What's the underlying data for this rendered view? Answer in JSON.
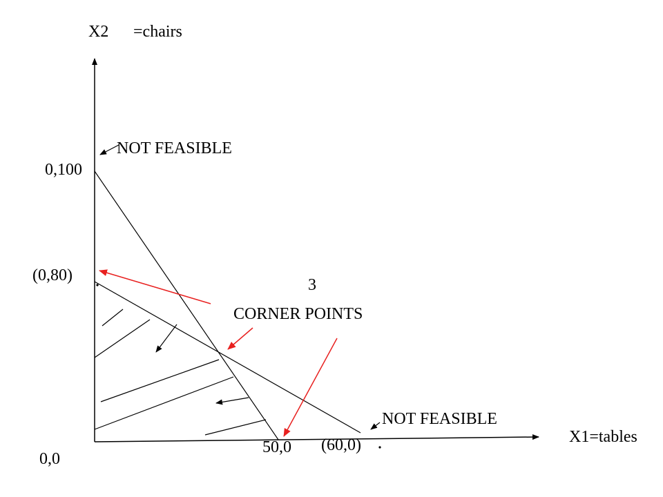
{
  "labels": {
    "y_axis_part1": "X2",
    "y_axis_part2": "=chairs",
    "x_axis": "X1=tables",
    "origin": "0,0",
    "y_intercept_top": "0,100",
    "y_intercept_mid": "(0,80)",
    "x_intercept_1": "50,0",
    "x_intercept_2": "(60,0)",
    "not_feasible_top": "NOT FEASIBLE",
    "not_feasible_bottom": "NOT FEASIBLE",
    "corner_count": "3",
    "corner_points": "CORNER POINTS"
  },
  "colors": {
    "line": "#000000",
    "highlight_arrow": "#e8201f"
  }
}
